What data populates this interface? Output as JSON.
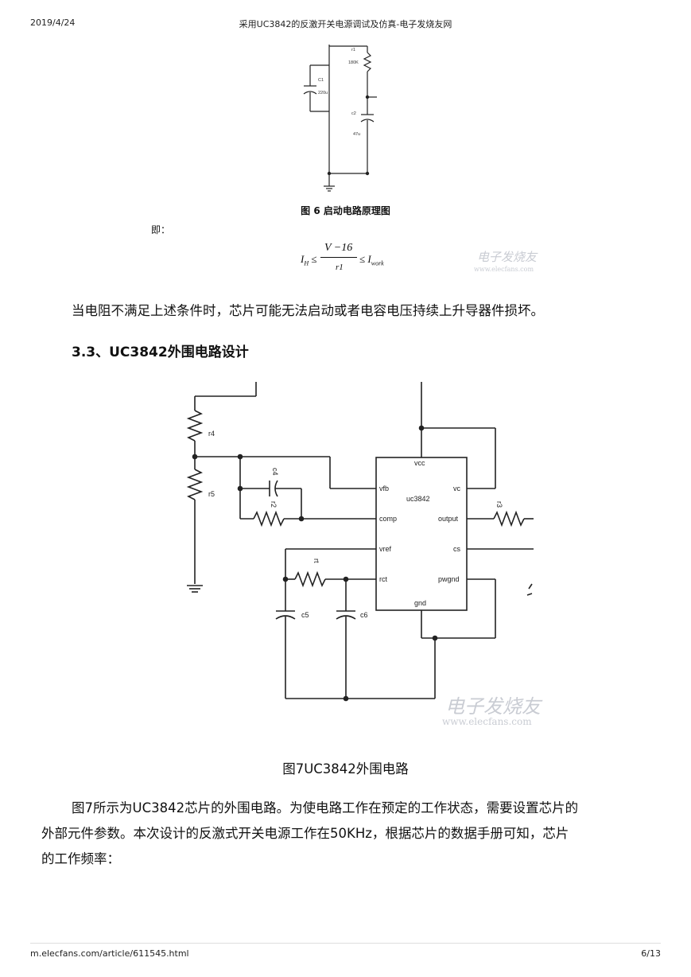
{
  "header": {
    "date": "2019/4/24",
    "title": "采用UC3842的反激开关电源调试及仿真-电子发烧友网"
  },
  "figure6": {
    "labels": {
      "r1": "r1",
      "r1_value": "180K",
      "c1": "C1",
      "c1_value": "220u",
      "c2": "c2",
      "c2_value": "47u"
    },
    "caption": "图 6  启动电路原理图"
  },
  "formula": {
    "lead": "即：",
    "left": "I",
    "left_sub": "H",
    "leq1": "≤",
    "numerator": "V −16",
    "denominator": "r1",
    "leq2": "≤",
    "right": "I",
    "right_sub": "work"
  },
  "watermark": {
    "text": "电子发烧友",
    "url": "www.elecfans.com"
  },
  "paragraph1": "当电阻不满足上述条件时，芯片可能无法启动或者电容电压持续上升导器件损坏。",
  "section_heading": "3.3、UC3842外围电路设计",
  "figure7": {
    "labels": {
      "r4": "r4",
      "r5": "r5",
      "c4": "c4",
      "r2": "r2",
      "r3": "r3",
      "rt": "rt",
      "c5": "c5",
      "c6": "c6",
      "chip": "uc3842",
      "vcc": "vcc",
      "vfb": "vfb",
      "vc": "vc",
      "comp": "comp",
      "output": "output",
      "vref": "vref",
      "cs": "cs",
      "rct": "rct",
      "pwgnd": "pwgnd",
      "gnd": "gnd"
    },
    "caption": "图7UC3842外围电路"
  },
  "paragraph2": {
    "line1": "图7所示为UC3842芯片的外围电路。为使电路工作在预定的工作状态，需要设置芯片的",
    "line2": "外部元件参数。本次设计的反激式开关电源工作在50KHz，根据芯片的数据手册可知，芯片",
    "line3": "的工作频率："
  },
  "footer": {
    "url": "m.elecfans.com/article/611545.html",
    "page": "6/13"
  }
}
